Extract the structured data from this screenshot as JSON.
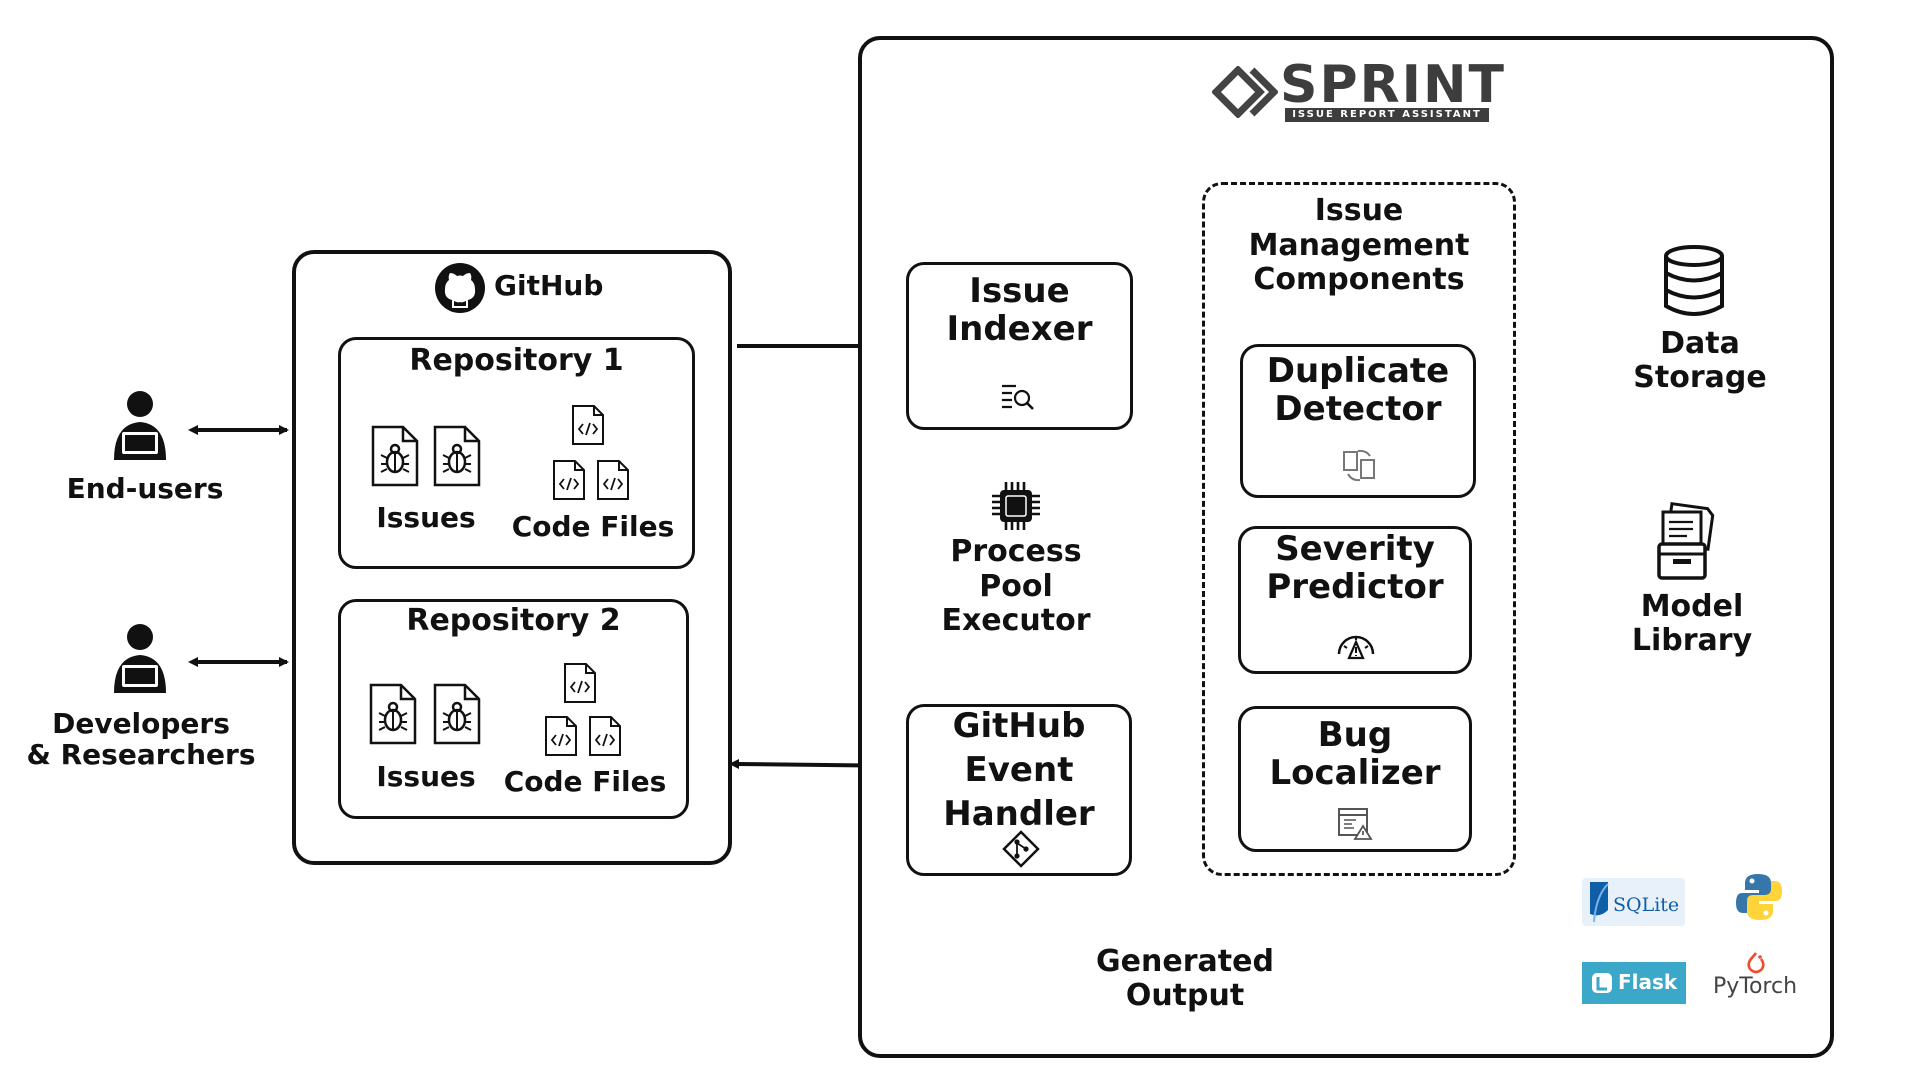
{
  "actors": {
    "end_users": "End-users",
    "developers": "Developers\n& Researchers"
  },
  "github": {
    "title": "GitHub",
    "repos": [
      {
        "title": "Repository 1",
        "issues_label": "Issues",
        "code_label": "Code Files"
      },
      {
        "title": "Repository 2",
        "issues_label": "Issues",
        "code_label": "Code Files"
      }
    ]
  },
  "sprint": {
    "logo_text": "SPRINT",
    "logo_sub": "ISSUE REPORT ASSISTANT",
    "issue_indexer": "Issue\nIndexer",
    "process_pool": "Process\nPool\nExecutor",
    "event_handler": "GitHub\nEvent\nHandler",
    "imc_title": "Issue\nManagement\nComponents",
    "duplicate_detector": "Duplicate\nDetector",
    "severity_predictor": "Severity\nPredictor",
    "bug_localizer": "Bug\nLocalizer",
    "data_storage": "Data\nStorage",
    "model_library": "Model\nLibrary",
    "generated_output": "Generated\nOutput",
    "tech": {
      "sqlite": "SQLite",
      "flask": "Flask",
      "pytorch": "PyTorch"
    }
  },
  "colors": {
    "ink": "#111111",
    "flask": "#3ba7c9",
    "sqlite_blue": "#0f5ea8",
    "pytorch": "#ee4c2c",
    "python_blue": "#3776ab",
    "python_yellow": "#ffd43b"
  }
}
